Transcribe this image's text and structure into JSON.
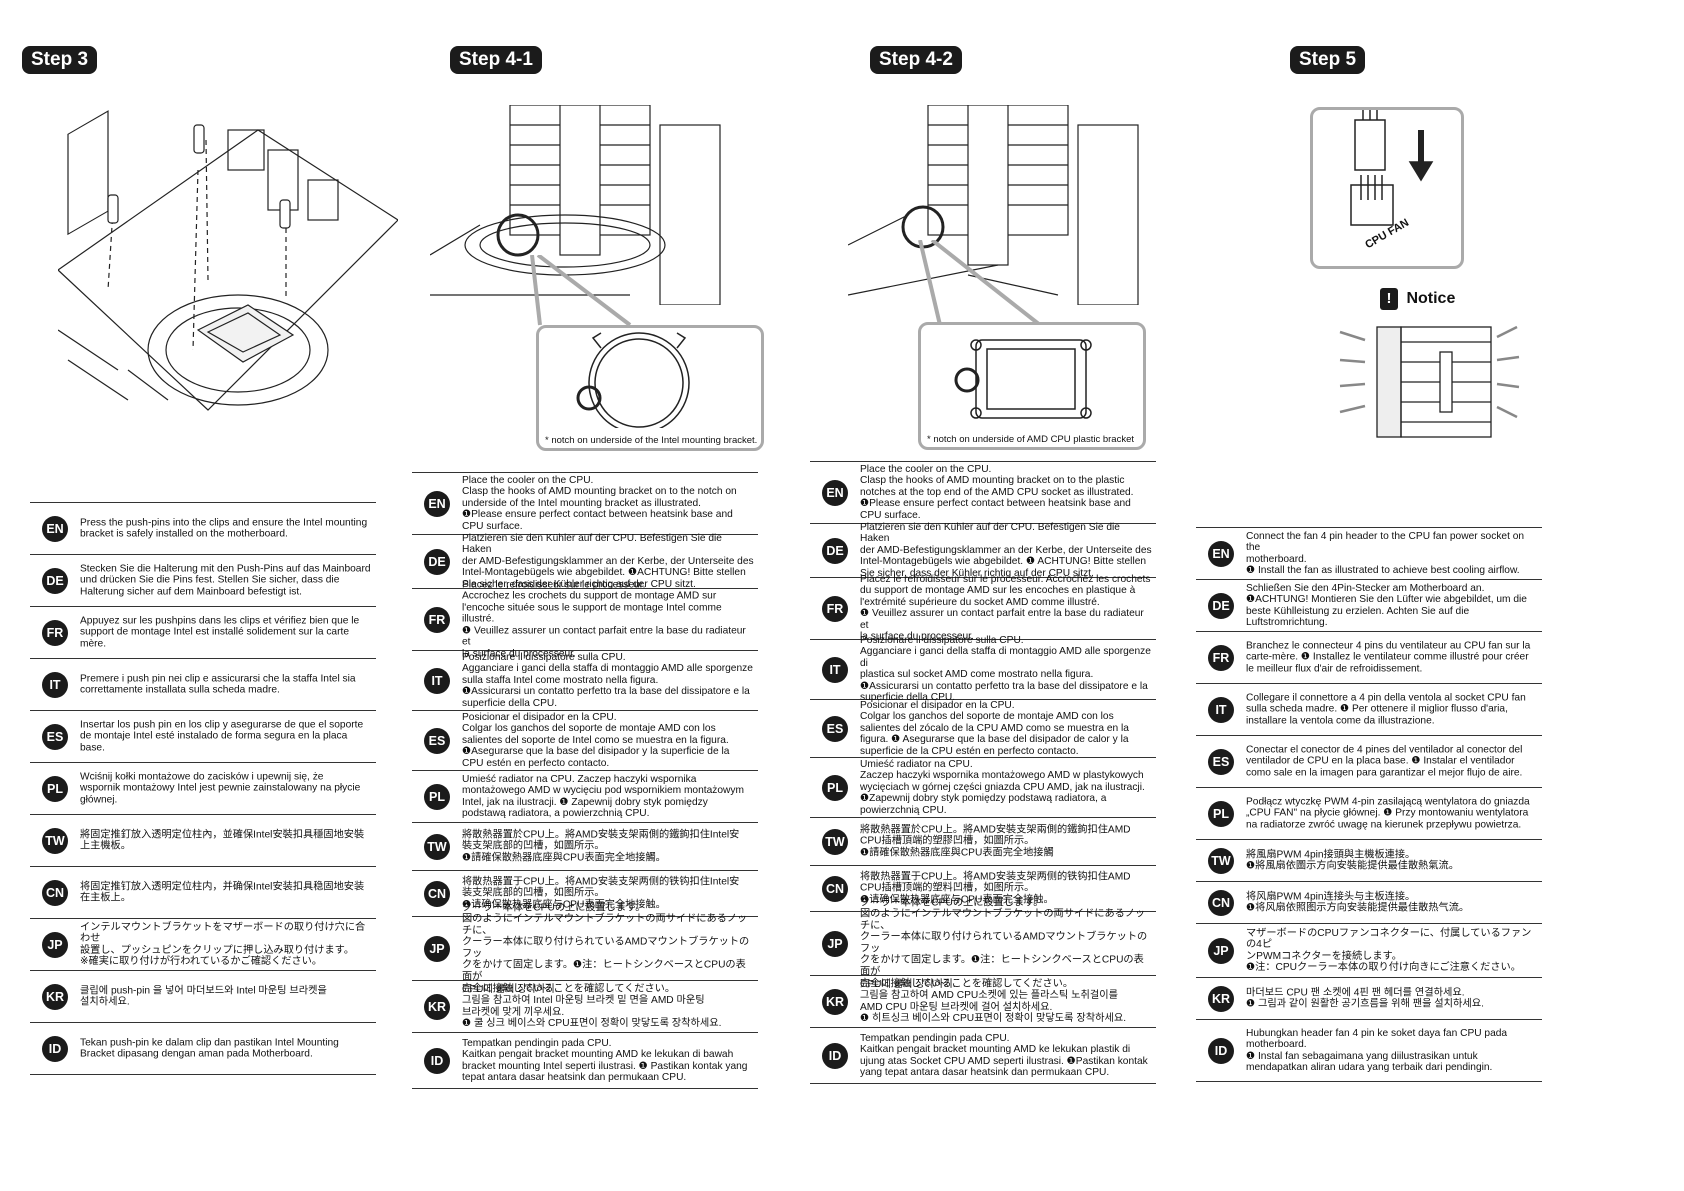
{
  "columns": [
    {
      "step": "Step 3",
      "rows": [
        {
          "lang": "EN",
          "text": "Press the push-pins into the clips and ensure the Intel mounting\nbracket is safely installed on the motherboard."
        },
        {
          "lang": "DE",
          "text": "Stecken Sie die Halterung mit den Push-Pins auf das Mainboard\nund drücken Sie die Pins fest. Stellen Sie sicher, dass die\nHalterung sicher auf dem Mainboard befestigt ist."
        },
        {
          "lang": "FR",
          "text": "Appuyez sur les pushpins dans les clips et vérifiez bien que le\nsupport de montage Intel est installé solidement sur la carte\nmère."
        },
        {
          "lang": "IT",
          "text": "Premere i push pin nei clip e assicurarsi che la staffa Intel sia\ncorrettamente installata sulla scheda madre."
        },
        {
          "lang": "ES",
          "text": "Insertar los push pin en los clip y asegurarse de que el soporte\nde montaje Intel esté instalado de forma segura en la placa\nbase."
        },
        {
          "lang": "PL",
          "text": "Wciśnij kołki montażowe do zacisków i upewnij się, że\nwspornik montażowy Intel jest pewnie zainstalowany na płycie\ngłównej."
        },
        {
          "lang": "TW",
          "text": "將固定推釘放入透明定位柱內，並確保Intel安裝扣具穩固地安裝\n上主機板。"
        },
        {
          "lang": "CN",
          "text": "将固定推钉放入透明定位柱内，并确保Intel安装扣具稳固地安装\n在主板上。"
        },
        {
          "lang": "JP",
          "text": "インテルマウントブラケットをマザーボードの取り付け穴に合わせ\n設置し、プッシュピンをクリップに押し込み取り付けます。\n※確実に取り付けが行われているかご確認ください。"
        },
        {
          "lang": "KR",
          "text": "클립에 push-pin 을 넣어 마더보드와 Intel 마운팅 브라켓을\n설치하세요."
        },
        {
          "lang": "ID",
          "text": "Tekan push-pin ke dalam clip dan pastikan Intel Mounting\nBracket dipasang dengan aman pada Motherboard."
        }
      ]
    },
    {
      "step": "Step 4-1",
      "caption": "* notch on underside of the Intel mounting bracket.",
      "rows": [
        {
          "lang": "EN",
          "text": "Place the cooler on the CPU.\nClasp the hooks of AMD mounting bracket on to the notch on\nunderside of the Intel mounting bracket as illustrated.\n❶Please ensure perfect contact between heatsink base and\nCPU surface."
        },
        {
          "lang": "DE",
          "text": "Platzieren sie den Kühler auf der CPU. Befestigen Sie die Haken\nder AMD-Befestigungsklammer an der Kerbe, der Unterseite des\nIntel-Montagebügels wie abgebildet. ❶ACHTUNG! Bitte stellen\nSie sicher, dass der Kühler richtig auf der CPU sitzt."
        },
        {
          "lang": "FR",
          "text": "Placez le refroidisseur sur le processeur.\nAccrochez les crochets du support de montage AMD sur\nl'encoche située sous le support de montage Intel comme illustré.\n❶ Veuillez assurer un contact parfait entre la base du radiateur et\nla surface du processeur."
        },
        {
          "lang": "IT",
          "text": "Posizionare il dissipatore sulla CPU.\nAgganciare i ganci della staffa di montaggio AMD alle sporgenze\nsulla staffa Intel come mostrato nella figura.\n❶Assicurarsi un contatto perfetto tra la base del dissipatore e la\nsuperficie della CPU."
        },
        {
          "lang": "ES",
          "text": "Posicionar el disipador en la CPU.\nColgar los ganchos del soporte de montaje AMD con los\nsalientes del soporte de Intel como se muestra en la figura.\n❶Asegurarse que la base del disipador y la superficie de la\nCPU estén en perfecto contacto."
        },
        {
          "lang": "PL",
          "text": "Umieść radiator na CPU. Zaczep haczyki wspornika\nmontażowego AMD w wycięciu pod wspornikiem montażowym\nIntel, jak na ilustracji. ❶ Zapewnij dobry styk pomiędzy\npodstawą radiatora, a powierzchnią CPU."
        },
        {
          "lang": "TW",
          "text": "將散熱器置於CPU上。將AMD安裝支架兩側的鐵鉤扣住Intel安\n裝支架底部的凹槽，如圖所示。\n❶請確保散熱器底座與CPU表面完全地接觸。"
        },
        {
          "lang": "CN",
          "text": "将散热器置于CPU上。将AMD安装支架两侧的铁钩扣住Intel安\n装支架底部的凹槽，如图所示。\n❶请确保散热器底座与CPU表面完全地接触。"
        },
        {
          "lang": "JP",
          "text": "クーラー本体をCPUの上に設置します。\n図のようにインテルマウントブラケットの両サイドにあるノッチに、\nクーラー本体に取り付けられているAMDマウントブラケットのフッ\nクをかけて固定します。❶注：ヒートシンクベースとCPUの表面が\n完全に接触していることを確認してください。"
        },
        {
          "lang": "KR",
          "text": "CPU에 쿨러 장착하기.\n그림을 참고하여 Intel 마운팅 브라켓 밑 면을 AMD 마운팅\n브라켓에 맞게 끼우세요.\n❶ 쿨 싱크 베이스와 CPU표면이 정확이 맞닿도록 장착하세요."
        },
        {
          "lang": "ID",
          "text": "Tempatkan pendingin pada CPU.\nKaitkan pengait bracket mounting AMD ke lekukan di bawah\nbracket mounting Intel seperti ilustrasi. ❶ Pastikan kontak yang\ntepat antara dasar heatsink dan permukaan CPU."
        }
      ]
    },
    {
      "step": "Step 4-2",
      "caption": "* notch on underside of  AMD CPU plastic bracket",
      "rows": [
        {
          "lang": "EN",
          "text": "Place the cooler on the CPU.\nClasp the hooks of AMD mounting bracket on to the plastic\nnotches at the top end of the AMD CPU socket as illustrated.\n❶Please ensure perfect contact between heatsink base and\nCPU surface."
        },
        {
          "lang": "DE",
          "text": "Platzieren sie den Kühler auf der CPU. Befestigen Sie die Haken\nder AMD-Befestigungsklammer an der Kerbe, der Unterseite des\nIntel-Montagebügels wie abgebildet. ❶ ACHTUNG! Bitte stellen\nSie sicher, dass der Kühler richtig auf der CPU sitzt."
        },
        {
          "lang": "FR",
          "text": "Placez le refroidisseur sur le processeur. Accrochez les crochets\ndu support de montage AMD sur les encoches en plastique à\nl'extrémité supérieure du socket AMD comme illustré.\n❶ Veuillez assurer un contact parfait entre la base du radiateur et\nla surface du processeur."
        },
        {
          "lang": "IT",
          "text": "Posizionare il dissipatore sulla CPU.\nAgganciare i ganci della staffa di montaggio AMD alle sporgenze di\nplastica sul socket AMD come mostrato nella figura.\n❶Assicurarsi un contatto perfetto tra la base del dissipatore e la\nsuperficie della CPU."
        },
        {
          "lang": "ES",
          "text": "Posicionar el disipador en la CPU.\nColgar los ganchos del soporte de montaje AMD con los\nsalientes del zócalo de la CPU AMD como se muestra en la\nfigura. ❶ Asegurarse que la base del disipador de calor y la\nsuperficie de la CPU estén en perfecto contacto."
        },
        {
          "lang": "PL",
          "text": "Umieść radiator na CPU.\nZaczep haczyki wspornika montażowego AMD w plastykowych\nwycięciach w górnej części gniazda CPU AMD, jak na ilustracji.\n❶Zapewnij dobry styk pomiędzy podstawą radiatora, a\npowierzchnią CPU."
        },
        {
          "lang": "TW",
          "text": "將散熱器置於CPU上。將AMD安裝支架兩側的鐵鉤扣住AMD\nCPU插槽頂端的塑膠凹槽，如圖所示。\n❶請確保散熱器底座與CPU表面完全地接觸"
        },
        {
          "lang": "CN",
          "text": "将散热器置于CPU上。将AMD安装支架两侧的铁钩扣住AMD\nCPU插槽顶端的塑料凹槽，如图所示。\n❶请确保散热器底座与CPU表面完全接触。"
        },
        {
          "lang": "JP",
          "text": "クーラー本体をCPUの上に設置します。\n図のようにインテルマウントブラケットの両サイドにあるノッチに、\nクーラー本体に取り付けられているAMDマウントブラケットのフッ\nクをかけて固定します。❶注：ヒートシンクベースとCPUの表面が\n完全に接触していることを確認してください。"
        },
        {
          "lang": "KR",
          "text": "CPU에 쿨러 장착하기.\n그림을 참고하여 AMD CPU소켓에 있는 플라스틱 노취걸이를\nAMD CPU 마운팅 브라켓에 걸어 설치하세요.\n❶ 히트싱크 베이스와 CPU표면이 정확이 맞닿도록 장착하세요."
        },
        {
          "lang": "ID",
          "text": "Tempatkan pendingin pada CPU.\nKaitkan pengait bracket mounting AMD ke lekukan plastik di\nujung atas Socket CPU AMD seperti ilustrasi. ❶Pastikan kontak\nyang tepat antara dasar heatsink dan permukaan CPU."
        }
      ]
    },
    {
      "step": "Step 5",
      "figure_label": "CPU FAN",
      "notice": "Notice",
      "rows": [
        {
          "lang": "EN",
          "text": "Connect the fan 4 pin header to the CPU fan power socket on the\nmotherboard.\n❶ Install the fan as illustrated to achieve best cooling airflow."
        },
        {
          "lang": "DE",
          "text": "Schließen Sie den 4Pin-Stecker am Motherboard an.\n❶ACHTUNG! Montieren Sie den Lüfter wie abgebildet, um die\nbeste Kühlleistung zu erzielen. Achten Sie auf die Luftstromrichtung."
        },
        {
          "lang": "FR",
          "text": "Branchez le connecteur 4 pins du ventilateur au CPU fan sur la\ncarte-mère. ❶ Installez le ventilateur comme illustré pour créer\nle meilleur flux d'air de refroidissement."
        },
        {
          "lang": "IT",
          "text": "Collegare il connettore a 4 pin della ventola al socket CPU fan\nsulla scheda madre. ❶ Per ottenere il miglior flusso d'aria,\ninstallare la ventola come da illustrazione."
        },
        {
          "lang": "ES",
          "text": "Conectar el conector de 4 pines del ventilador al conector del\nventilador de CPU en la placa base. ❶ Instalar el ventilador\ncomo sale en la imagen para garantizar el mejor flujo de aire."
        },
        {
          "lang": "PL",
          "text": "Podłącz wtyczkę PWM 4-pin zasilającą wentylatora do gniazda\n„CPU FAN\" na płycie głównej. ❶ Przy montowaniu wentylatora\nna radiatorze zwróć uwagę na kierunek przepływu powietrza."
        },
        {
          "lang": "TW",
          "text": "將風扇PWM 4pin接頭與主機板連接。\n❶將風扇依圖示方向安裝能提供最佳散熱氣流。"
        },
        {
          "lang": "CN",
          "text": "将风扇PWM 4pin连接头与主板连接。\n❶将风扇依照图示方向安装能提供最佳散热气流。"
        },
        {
          "lang": "JP",
          "text": "マザーボードのCPUファンコネクターに、付属しているファンの4ピ\nンPWMコネクターを接続します。\n❶注：CPUクーラー本体の取り付け向きにご注意ください。"
        },
        {
          "lang": "KR",
          "text": "마더보드 CPU 팬 소켓에 4핀 팬 헤더를 연결하세요.\n❶ 그림과 같이 원활한 공기흐름을 위해 팬을 설치하세요."
        },
        {
          "lang": "ID",
          "text": "Hubungkan header fan 4 pin ke soket daya fan CPU pada\nmotherboard.\n❶ Instal fan sebagaimana yang diilustrasikan untuk\nmendapatkan aliran udara yang terbaik dari pendingin."
        }
      ]
    }
  ]
}
